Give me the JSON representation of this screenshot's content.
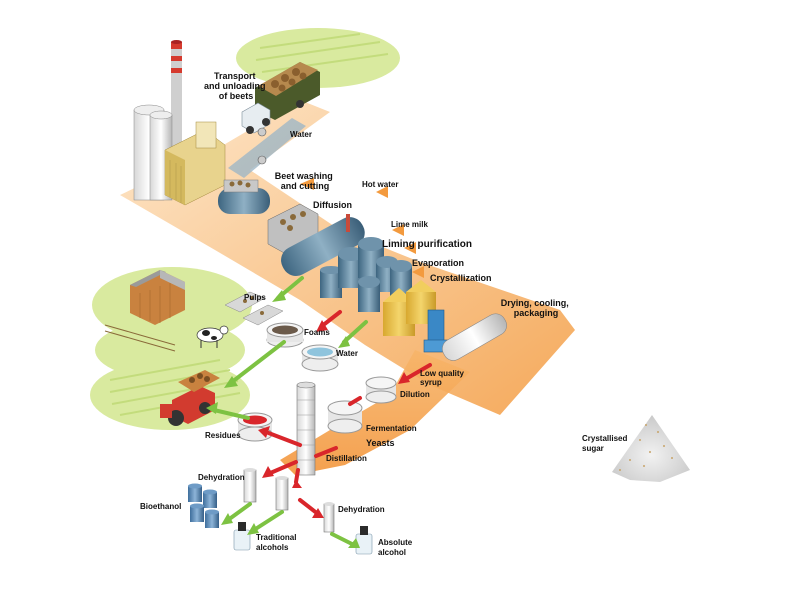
{
  "labels": {
    "transport": [
      "Transport",
      "and unloading",
      "of beets"
    ],
    "water_in": "Water",
    "washing": [
      "Beet washing",
      "and cutting"
    ],
    "hot_water": "Hot water",
    "diffusion": "Diffusion",
    "lime_milk": "Lime milk",
    "liming": "Liming purification",
    "evaporation": "Evaporation",
    "crystallization": "Crystallization",
    "drying": [
      "Drying, cooling,",
      "packaging"
    ],
    "pulps": "Pulps",
    "foams": "Foams",
    "water_out": "Water",
    "low_quality": [
      "Low quality",
      "syrup"
    ],
    "dilution": "Dilution",
    "fermentation": "Fermentation",
    "yeasts": "Yeasts",
    "distillation": "Distillation",
    "residues": "Residues",
    "dehydration1": "Dehydration",
    "bioethanol": "Bioethanol",
    "traditional": [
      "Traditional",
      "alcohols"
    ],
    "dehydration2": "Dehydration",
    "absolute": [
      "Absolute",
      "alcohol"
    ],
    "sugar": [
      "Crystallised",
      "sugar"
    ]
  },
  "colors": {
    "flow_orange": "#f5a04a",
    "flow_light": "#fbd9ae",
    "green_arrow": "#7dc242",
    "red_arrow": "#d9262b",
    "field_green": "#cfe59a",
    "tank_blue": "#4f7a96",
    "silo_yellow": "#e8c24a"
  }
}
